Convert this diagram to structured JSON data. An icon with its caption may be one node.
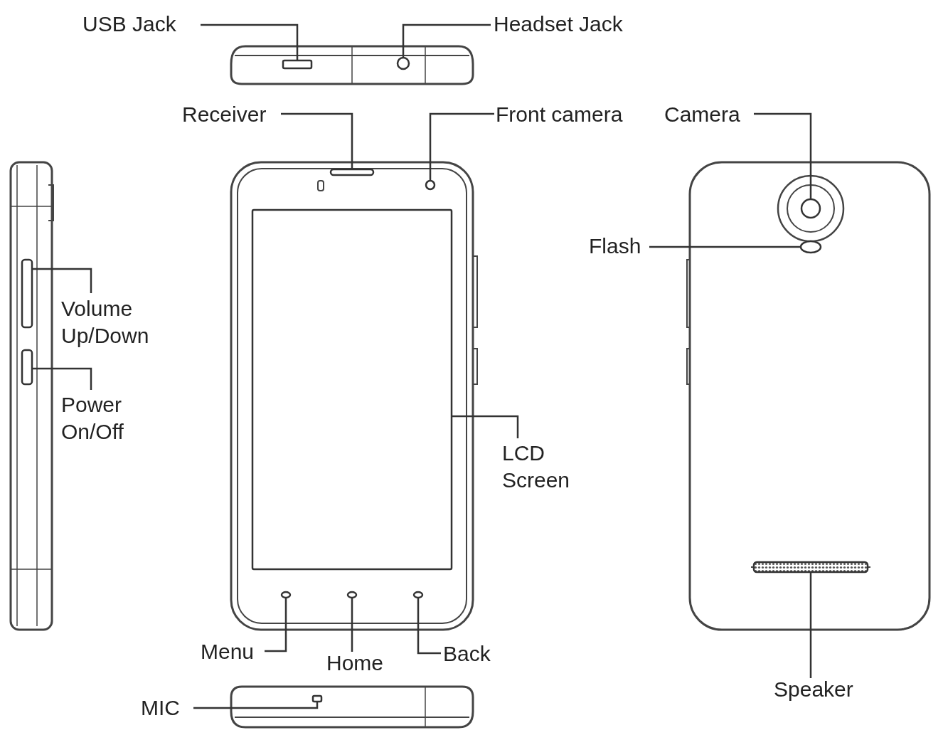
{
  "diagram": {
    "nodes": [
      {
        "text": [
          "USB Jack"
        ]
      },
      {
        "text": [],
        "shape": "box"
      },
      {
        "text": [
          "Headset Jack"
        ]
      },
      {
        "text": [],
        "shape": "circle"
      },
      {
        "text": [
          "Receiver"
        ]
      },
      {
        "text": [],
        "shape": "bar"
      },
      {
        "text": [
          "Front camera"
        ]
      },
      {
        "text": [],
        "shape": "circle"
      },
      {
        "text": [
          "Camera"
        ]
      },
      {
        "text": [],
        "shape": "circle"
      },
      {
        "text": [
          "Flash"
        ]
      },
      {
        "text": [],
        "shape": "circle"
      },
      {
        "text": [
          "Volume Up/Down"
        ]
      },
      {
        "text": [],
        "shape": "bar"
      },
      {
        "text": [
          "Power On/Off"
        ]
      },
      {
        "text": [],
        "shape": "bar"
      },
      {
        "text": [
          "LCD Screen"
        ]
      },
      {
        "text": [],
        "shape": "box"
      },
      {
        "text": [
          "Menu"
        ]
      },
      {
        "text": [],
        "shape": "circle"
      },
      {
        "text": [
          "Home"
        ]
      },
      {
        "text": [],
        "shape": "circle"
      },
      {
        "text": [
          "Back"
        ]
      },
      {
        "text": [],
        "shape": "circle"
      },
      {
        "text": [
          "MIC"
        ]
      },
      {
        "text": [],
        "shape": "box"
      },
      {
        "text": [
          "Speaker"
        ]
      },
      {
        "text": [],
        "shape": "bar"
      }
    ],
    "edges": [
      {
        "from": 0,
        "to": 1,
        "arrow": "none"
      },
      {
        "from": 2,
        "to": 3,
        "arrow": "none"
      },
      {
        "from": 4,
        "to": 5,
        "arrow": "none"
      },
      {
        "from": 6,
        "to": 7,
        "arrow": "none"
      },
      {
        "from": 8,
        "to": 9,
        "arrow": "none"
      },
      {
        "from": 10,
        "to": 11,
        "arrow": "none"
      },
      {
        "from": 12,
        "to": 13,
        "arrow": "none"
      },
      {
        "from": 14,
        "to": 15,
        "arrow": "none"
      },
      {
        "from": 16,
        "to": 17,
        "arrow": "none"
      },
      {
        "from": 18,
        "to": 19,
        "arrow": "none"
      },
      {
        "from": 20,
        "to": 21,
        "arrow": "none"
      },
      {
        "from": 22,
        "to": 23,
        "arrow": "none"
      },
      {
        "from": 24,
        "to": 25,
        "arrow": "none"
      },
      {
        "from": 26,
        "to": 27,
        "arrow": "none"
      }
    ]
  }
}
